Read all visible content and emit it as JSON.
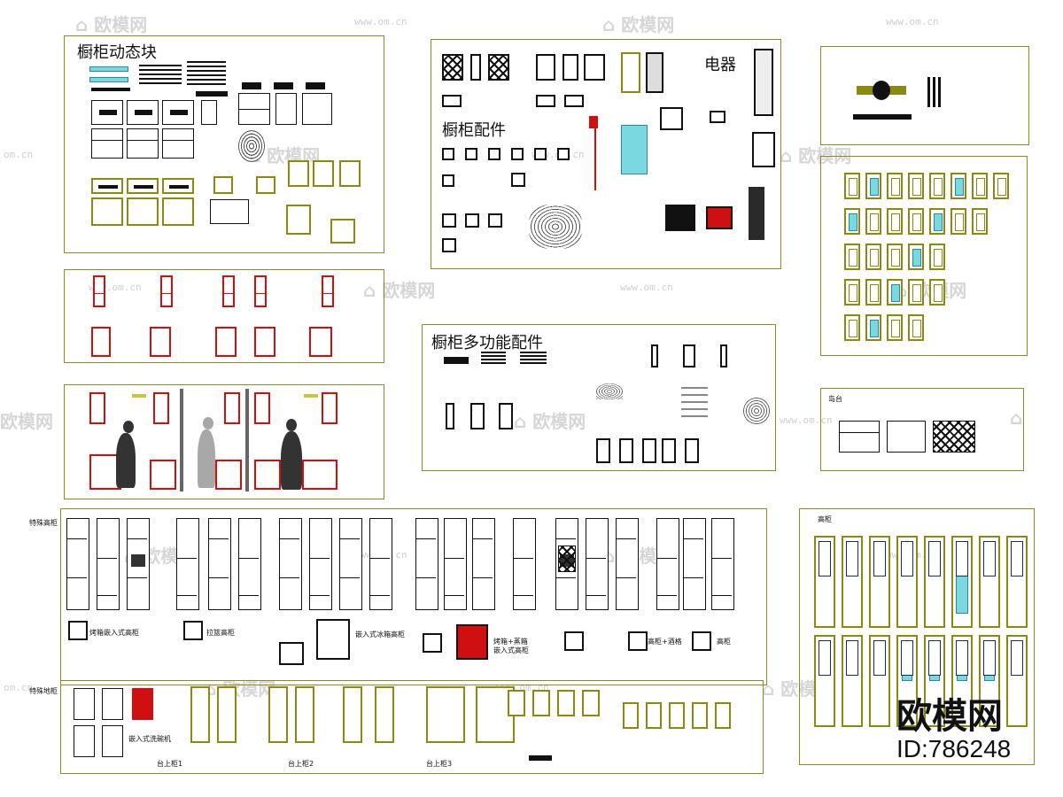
{
  "watermark": {
    "brand": "欧模网",
    "url": "www.om.cn",
    "url_short": "om.cn",
    "logo_icon": "sofa-icon"
  },
  "panels": {
    "dynamic_blocks": {
      "title": "橱柜动态块"
    },
    "accessories": {
      "title": "橱柜配件",
      "appliances_label": "电器"
    },
    "multi_function": {
      "title": "橱柜多功能配件"
    },
    "island": {
      "title": "岛台"
    },
    "tall_cabinet_panel": {
      "title": "高柜"
    },
    "special_tall": {
      "title": "特殊高柜",
      "labels": {
        "oven_builtin": "烤箱嵌入式高柜",
        "pull_basket": "拉篮高柜",
        "fridge_builtin": "嵌入式冰箱高柜",
        "oven_steam": "烤箱+蒸箱",
        "oven_steam_2": "嵌入式高柜",
        "tall_wine": "高柜+酒格",
        "tall": "高柜"
      }
    },
    "special_base": {
      "title": "特殊地柜",
      "labels": {
        "dishwasher": "嵌入式洗碗机",
        "counter1": "台上柜1",
        "counter2": "台上柜2",
        "counter3": "台上柜3"
      }
    }
  },
  "footer": {
    "brand_large": "欧模网",
    "id_text": "ID:786248"
  },
  "colors": {
    "frame": "#8a8a2a",
    "red": "#d01010",
    "olive": "#8a8a10",
    "cyan": "#7ad8e0",
    "navy": "#1a2a6a"
  }
}
